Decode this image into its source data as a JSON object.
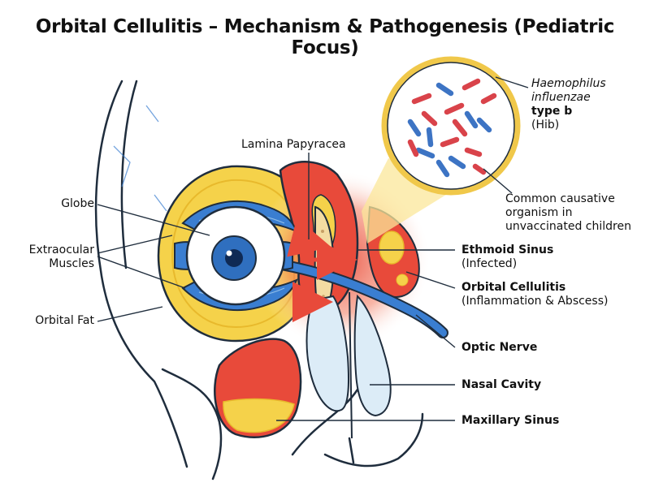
{
  "title": "Orbital Cellulitis – Mechanism & Pathogenesis (Pediatric Focus)",
  "labels": {
    "lamina": "Lamina Papyracea",
    "globe": "Globe",
    "muscles_1": "Extraocular",
    "muscles_2": "Muscles",
    "fat": "Orbital Fat",
    "ethmoid": "Ethmoid Sinus",
    "ethmoid_sub": "(Infected)",
    "cellulitis": "Orbital Cellulitis",
    "cellulitis_sub": "(Inflammation & Abscess)",
    "optic": "Optic Nerve",
    "nasal": "Nasal Cavity",
    "maxillary": "Maxillary Sinus"
  },
  "organism": {
    "name_1": "Haemophilus",
    "name_2": "influenzae",
    "type": "type b",
    "abbr": "(Hib)",
    "note_1": "Common causative",
    "note_2": "organism in",
    "note_3": "unvaccinated children"
  },
  "colors": {
    "outline": "#1f2d3d",
    "fat": "#f5d24a",
    "fat_edge": "#e8b92c",
    "muscle": "#3a7ed1",
    "muscle_light": "#8fbde8",
    "iris": "#2f6fbf",
    "inflamed": "#e84a3a",
    "inflamed_glow": "#f7a48c",
    "bone": "#f3dca2",
    "nasal": "#dcecf7",
    "bacteria_red": "#d9434a",
    "bacteria_blue": "#3d74c4",
    "callout": "#fbe79a"
  }
}
